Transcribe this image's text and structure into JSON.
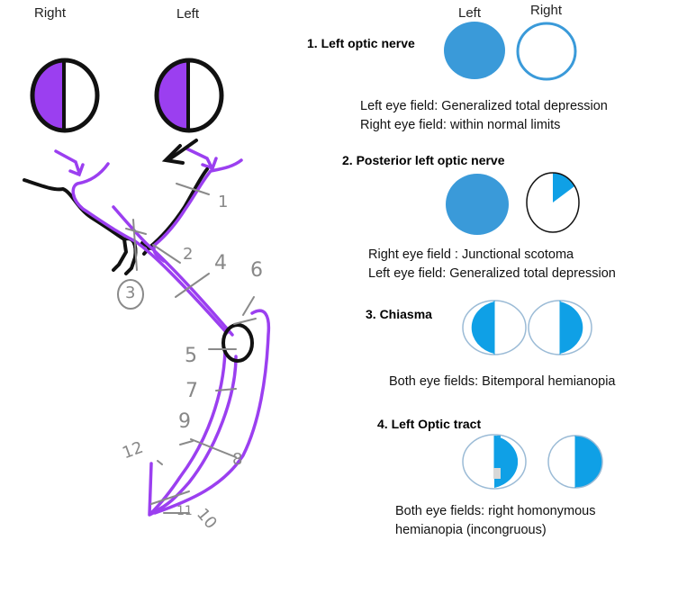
{
  "colors": {
    "purple": "#9b3ff0",
    "field_blue": "#3a9ad9",
    "bright_blue": "#0fa0e6",
    "ink": "#111111",
    "pencil": "#8a8a8a"
  },
  "sketch": {
    "eye_label_right": "Right",
    "eye_label_left": "Left",
    "numbers": [
      "1",
      "2",
      "3",
      "4",
      "5",
      "6",
      "7",
      "8",
      "9",
      "10",
      "11",
      "12"
    ]
  },
  "field_headers": {
    "left": "Left",
    "right": "Right"
  },
  "lesions": [
    {
      "title": "1. Left optic nerve",
      "lines": [
        "Left eye field: Generalized total depression",
        "Right eye field: within normal limits"
      ]
    },
    {
      "title": "2. Posterior left optic nerve",
      "lines": [
        "Right eye field : Junctional scotoma",
        "Left eye field: Generalized total depression"
      ]
    },
    {
      "title": "3. Chiasma",
      "lines": [
        "Both eye fields: Bitemporal hemianopia"
      ]
    },
    {
      "title": "4. Left Optic tract",
      "lines": [
        "Both eye fields: right homonymous",
        "hemianopia (incongruous)"
      ]
    }
  ]
}
